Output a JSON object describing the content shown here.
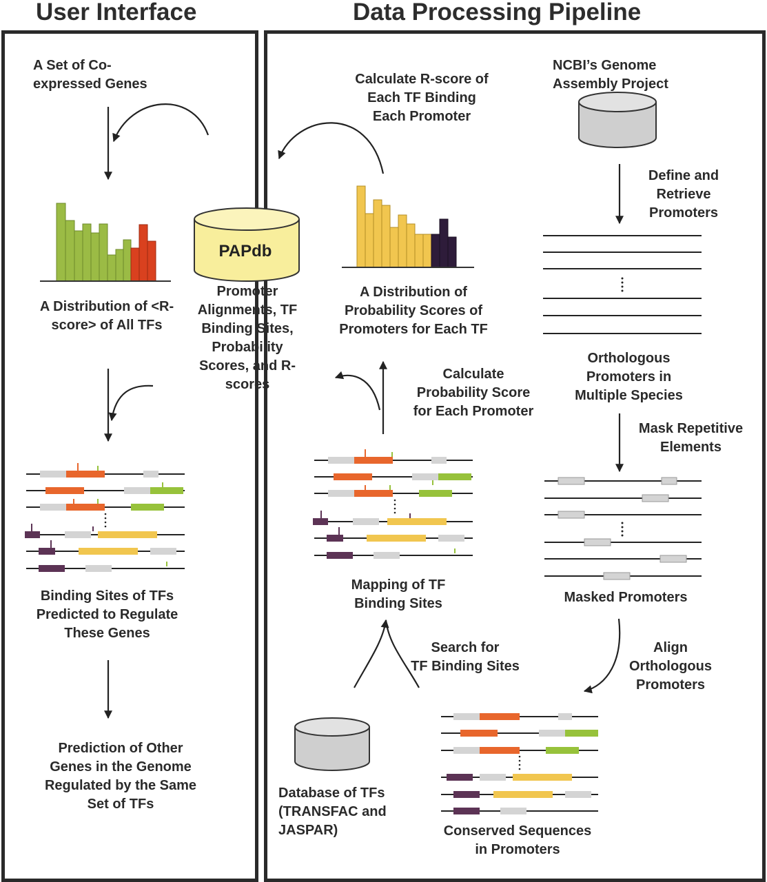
{
  "titles": {
    "user_interface": "User Interface",
    "pipeline": "Data Processing Pipeline"
  },
  "user_interface": {
    "coexpressed_genes": [
      "A Set of Co-",
      "expressed Genes"
    ],
    "rscore_distribution": [
      "A Distribution of <R-",
      "score> of All TFs"
    ],
    "binding_sites": [
      "Binding Sites of TFs",
      "Predicted to Regulate",
      "These Genes"
    ],
    "prediction": [
      "Prediction of Other",
      "Genes in the Genome",
      "Regulated by the Same",
      "Set of TFs"
    ]
  },
  "papdb": {
    "name": "PAPdb",
    "contents": [
      "Promoter",
      "Alignments, TF",
      "Binding Sites,",
      "Probability",
      "Scores, and R-",
      "scores"
    ]
  },
  "pipeline": {
    "calc_rscore": [
      "Calculate R-score of",
      "Each TF Binding",
      "Each Promoter"
    ],
    "ncbi": [
      "NCBI’s Genome",
      "Assembly Project"
    ],
    "define_retrieve": [
      "Define and",
      "Retrieve",
      "Promoters"
    ],
    "prob_distribution": [
      "A Distribution of",
      "Probability Scores of",
      "Promoters for Each TF"
    ],
    "orthologous": [
      "Orthologous",
      "Promoters in",
      "Multiple Species"
    ],
    "calc_prob": [
      "Calculate",
      "Probability Score",
      "for Each Promoter"
    ],
    "mask": [
      "Mask Repetitive",
      "Elements"
    ],
    "mapping": [
      "Mapping of TF",
      "Binding Sites"
    ],
    "masked": [
      "Masked Promoters"
    ],
    "search": [
      "Search for",
      "TF Binding Sites"
    ],
    "align": [
      "Align",
      "Orthologous",
      "Promoters"
    ],
    "tf_database": [
      "Database of TFs",
      "(TRANSFAC and",
      "JASPAR)"
    ],
    "conserved": [
      "Conserved Sequences",
      "in Promoters"
    ]
  },
  "colors": {
    "green": "#9bbb45",
    "red": "#d9411f",
    "yellow": "#f1c64f",
    "dark_purple": "#2e1c3a",
    "orange": "#e8662c",
    "gray": "#d4d4d4",
    "lime": "#97c23b",
    "purple": "#5c3355",
    "db_yellow": "#f8ee9c"
  }
}
